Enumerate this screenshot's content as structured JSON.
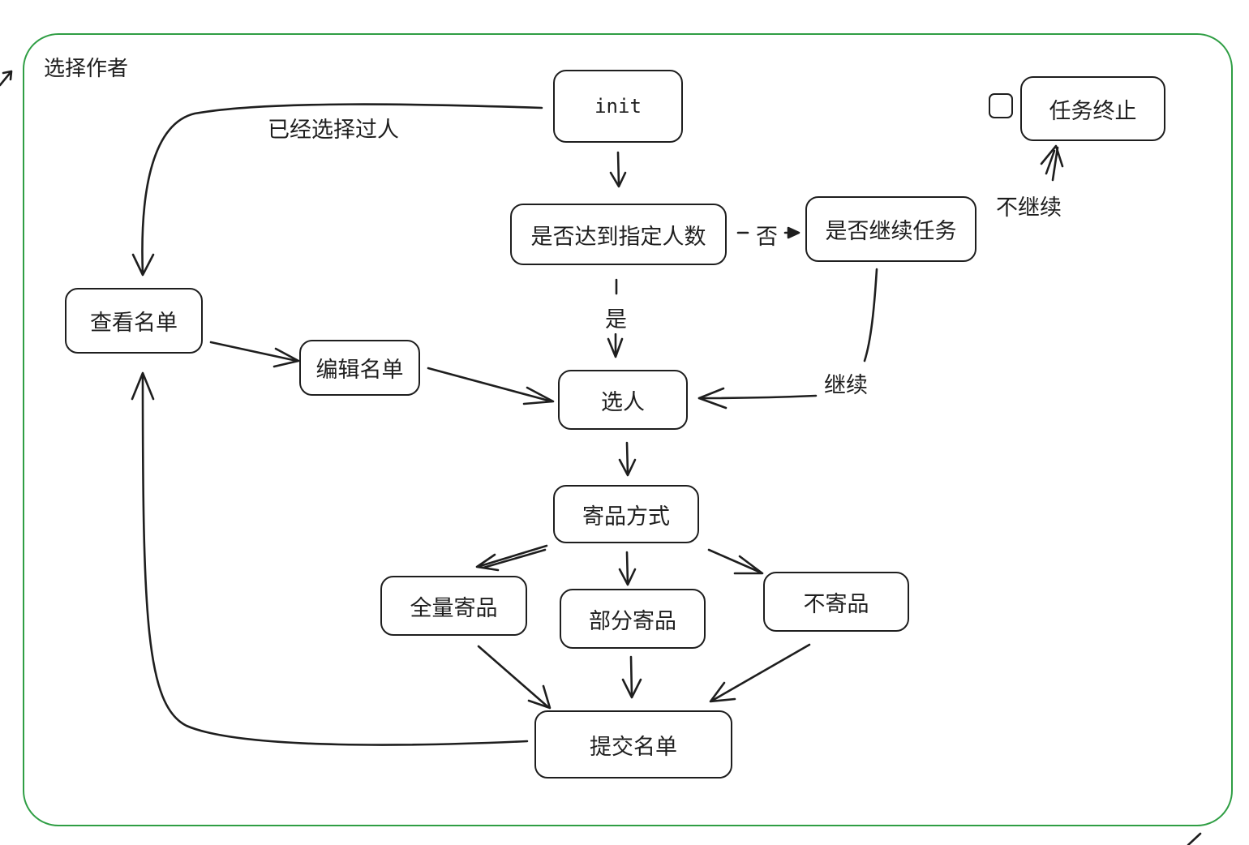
{
  "frame": {
    "title": "选择作者"
  },
  "nodes": {
    "init": "init",
    "reach_limit": "是否达到指定人数",
    "continue_task": "是否继续任务",
    "task_stop": "任务终止",
    "view_list": "查看名单",
    "edit_list": "编辑名单",
    "pick_person": "选人",
    "send_mode": "寄品方式",
    "full_send": "全量寄品",
    "partial_send": "部分寄品",
    "no_send": "不寄品",
    "submit_list": "提交名单"
  },
  "edge_labels": {
    "already_selected": "已经选择过人",
    "no": "否",
    "yes": "是",
    "continue": "继续",
    "not_continue": "不继续"
  },
  "colors": {
    "frame": "#2f9e44",
    "stroke": "#1e1e1e"
  }
}
